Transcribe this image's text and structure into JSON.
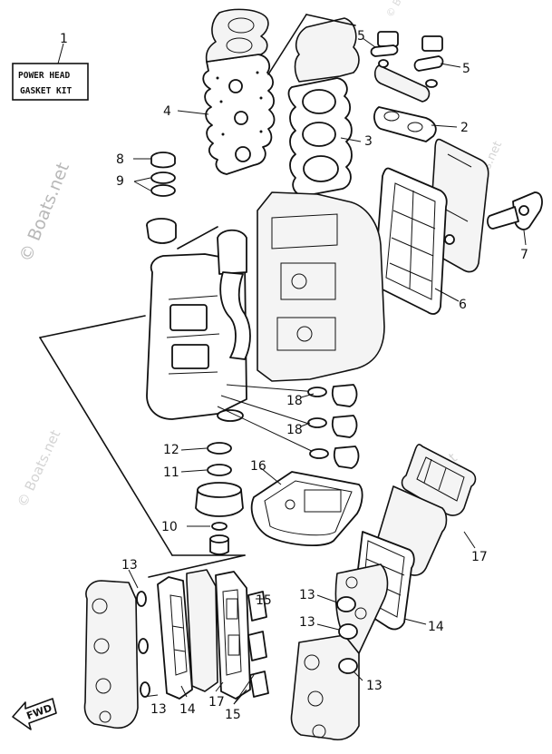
{
  "kit_box": {
    "line1": "POWER HEAD",
    "line2": "GASKET KIT"
  },
  "direction_label": "FWD",
  "watermarks": {
    "main": "© Boats.net",
    "faint1": "© Boats.net",
    "faint2": "© Boats.net",
    "faint3": "© Boats.net",
    "faint4": "© Boats.net"
  },
  "callouts": {
    "c1": "1",
    "c2": "2",
    "c3": "3",
    "c4": "4",
    "c5a": "5",
    "c5b": "5",
    "c6": "6",
    "c7": "7",
    "c8": "8",
    "c9": "9",
    "c10": "10",
    "c11": "11",
    "c12": "12",
    "c13a": "13",
    "c13b": "13",
    "c13c": "13",
    "c13d": "13",
    "c13e": "13",
    "c14a": "14",
    "c14b": "14",
    "c15a": "15",
    "c15b": "15",
    "c16": "16",
    "c17a": "17",
    "c17b": "17",
    "c18a": "18",
    "c18b": "18"
  }
}
